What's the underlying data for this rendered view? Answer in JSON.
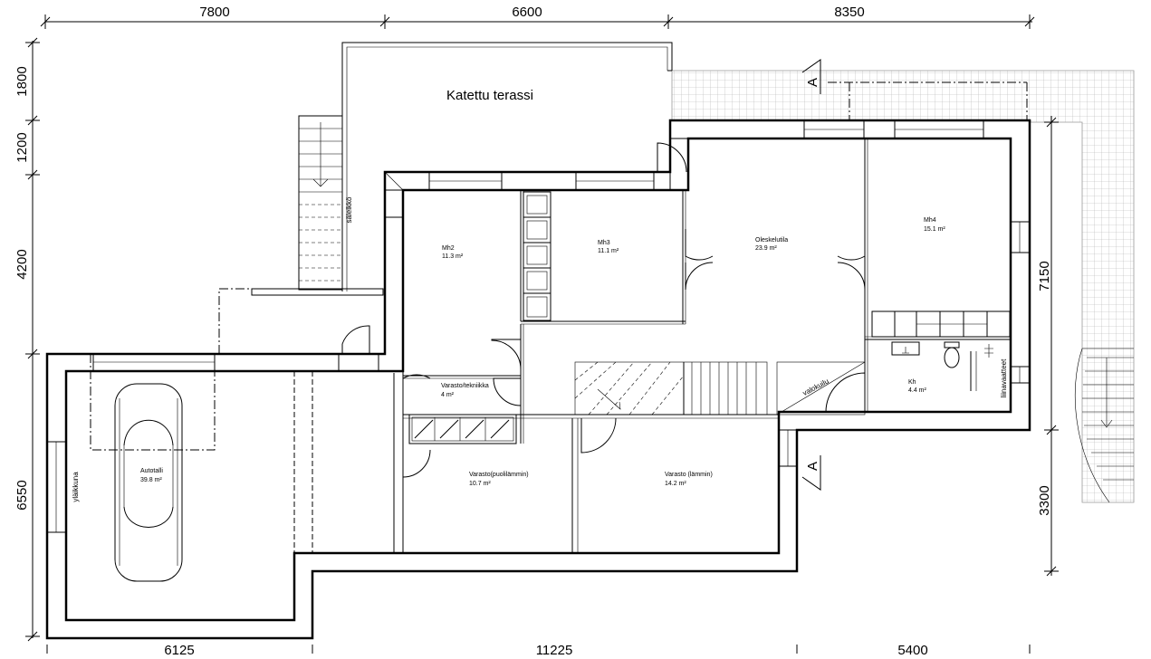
{
  "dimensions": {
    "top": [
      "7800",
      "6600",
      "8350"
    ],
    "bottom": [
      "6125",
      "11225",
      "5400"
    ],
    "left": [
      "1800",
      "1200",
      "4200",
      "6550"
    ],
    "right": [
      "7150",
      "3300"
    ]
  },
  "section_marker": "A",
  "labels": {
    "terrace": "Katettu terassi",
    "stairs_side": "säleikkö",
    "garage_window": "yläikkuna",
    "light_well": "valokuilu",
    "linen": "liinavaatteet"
  },
  "rooms": [
    {
      "name": "Mh2",
      "area": "11.3 m²"
    },
    {
      "name": "Mh3",
      "area": "11.1 m²"
    },
    {
      "name": "Oleskelutila",
      "area": "23.9 m²"
    },
    {
      "name": "Mh4",
      "area": "15.1 m²"
    },
    {
      "name": "Kh",
      "area": "4.4 m²"
    },
    {
      "name": "Varasto/tekniikka",
      "area": "4 m²"
    },
    {
      "name": "Varasto(puolilämmin)",
      "area": "10.7 m²"
    },
    {
      "name": "Varasto (lämmin)",
      "area": "14.2 m²"
    },
    {
      "name": "Autotalli",
      "area": "39.8 m²"
    }
  ]
}
